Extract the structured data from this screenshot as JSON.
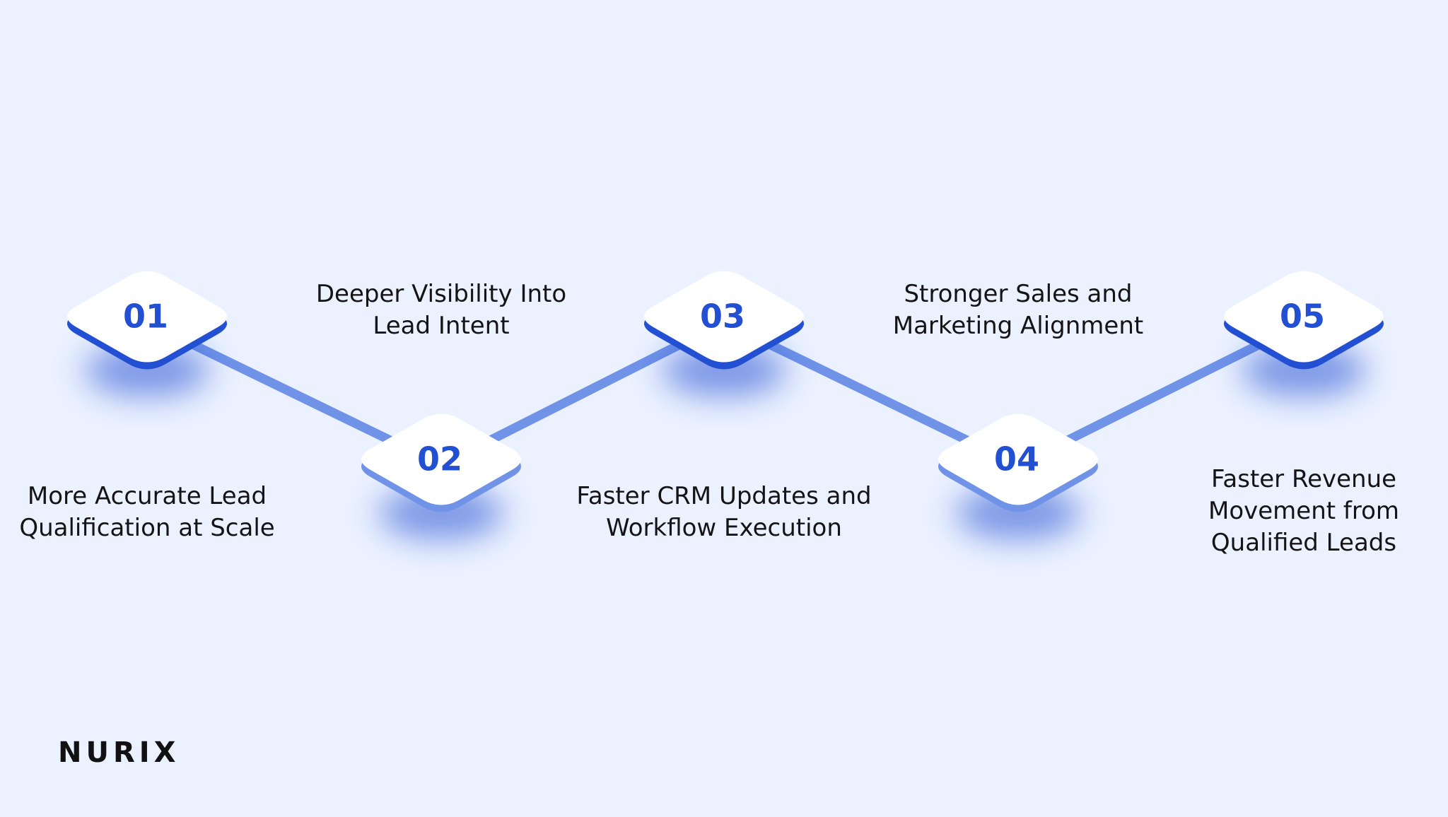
{
  "colors": {
    "background": "#ebf1ff",
    "accent": "#2350d2",
    "connector": "#7093e8",
    "card_face": "#ffffff",
    "label_text": "#141414"
  },
  "steps": [
    {
      "number": "01",
      "label": "More Accurate Lead Qualification at Scale"
    },
    {
      "number": "02",
      "label": "Deeper Visibility Into Lead Intent"
    },
    {
      "number": "03",
      "label": "Faster CRM Updates and Workflow Execution"
    },
    {
      "number": "04",
      "label": "Stronger Sales and Marketing Alignment"
    },
    {
      "number": "05",
      "label": "Faster Revenue Movement from Qualified Leads"
    }
  ],
  "brand": {
    "logo_text": "NURIX"
  }
}
